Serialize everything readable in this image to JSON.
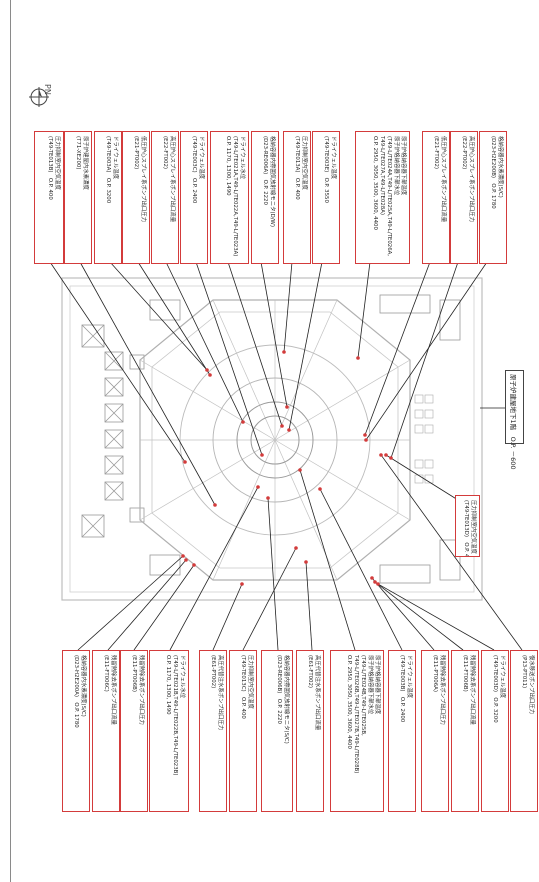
{
  "compass": {
    "label": "PN"
  },
  "floor_label": "原子炉建屋地下1階　O.P. －600",
  "callouts_top": [
    {
      "lines": [
        "圧力抑制室内空気温度",
        "(T49-TE013B)　O.P. 400"
      ]
    },
    {
      "lines": [
        "原子炉建屋内水素濃度",
        "(T71-XE200)"
      ]
    },
    {
      "lines": [
        "ドライウェル温度",
        "(T49-TE003A)　O.P. 3200"
      ]
    },
    {
      "lines": [
        "低圧炉心スプレイ系ポンプ出口圧力",
        "(E21-PT002)"
      ]
    },
    {
      "lines": [
        "高圧炉心スプレイ系ポンプ出口流量",
        "(E22-FT002)"
      ]
    },
    {
      "lines": [
        "ドライウェル温度",
        "(T49-TE003C)　O.P. 2400"
      ]
    },
    {
      "lines": [
        "ドライウェル水位",
        "(T49-L/TE021A,T49-L/TE022A,T49-L/TE023A)",
        "O.P. 1170, 1300, 1490"
      ]
    },
    {
      "lines": [
        "格納容器内雰囲気放射線モニタ(D/W)",
        "(D23-RE006A)　O.P. 2220"
      ]
    },
    {
      "lines": [
        "圧力抑制室内空気温度",
        "(T49-TE013A)　O.P. 400"
      ]
    },
    {
      "lines": [
        "ドライウェル温度",
        "(T49-TE003E)　O.P. 3550"
      ]
    },
    {
      "lines": [
        "原子炉格納容器下部温度",
        "原子炉格納容器下部水位",
        "(T49-L/TE024A,T49-L/TE025A,T49-L/TE026A,",
        "T49-L/TE027A,T49-L/TE028A)",
        "O.P. 2950, 3050, 3500, 3600, 4400"
      ]
    },
    {
      "lines": [
        "低圧炉心スプレイ系ポンプ出口流量",
        "(E21-FT002)"
      ]
    },
    {
      "lines": [
        "高圧炉心スプレイ系ポンプ出口圧力",
        "(E22-PT002)"
      ]
    },
    {
      "lines": [
        "格納容器内水素濃度(S/C)",
        "(D23-H2E200B)　O.P. 1780"
      ]
    }
  ],
  "callouts_bottom": [
    {
      "lines": [
        "格納容器内水素濃度(S/C)",
        "(D23-H2E200A)　O.P. 1780"
      ]
    },
    {
      "lines": [
        "残留熱除去系ポンプ出口流量",
        "(E11-FT006C)"
      ]
    },
    {
      "lines": [
        "残留熱除去系ポンプ出口圧力",
        "(E11-PT006B)"
      ]
    },
    {
      "lines": [
        "ドライウェル水位",
        "(T49-L/TE021B,T49-L/TE022B,T49-L/TE023B)",
        "O.P. 1170, 1300, 1490"
      ]
    },
    {
      "lines": [
        "高圧代替注水系ポンプ出口圧力",
        "(E61-PT002)"
      ]
    },
    {
      "lines": [
        "圧力抑制室内空気温度",
        "(T49-TE013C)　O.P. 400"
      ]
    },
    {
      "lines": [
        "格納容器内雰囲気放射線モニタ(S/C)",
        "(D23-RE006B)　O.P. 2220"
      ]
    },
    {
      "lines": [
        "高圧代替注水系ポンプ出口流量",
        "(E61-FT002)"
      ]
    },
    {
      "lines": [
        "原子炉格納容器下部温度",
        "原子炉格納容器下部水位",
        "(T49-L/TE024B,T49-L/TE025B,",
        "T49-L/TE026B,T49-L/TE027B,T49-L/TE028B)",
        "O.P. 2950, 3050, 3500, 3600, 4400"
      ]
    },
    {
      "lines": [
        "ドライウェル温度",
        "(T49-TE003B)　O.P. 2400"
      ]
    },
    {
      "lines": [
        "残留熱除去系ポンプ出口圧力",
        "(E11-PT006A)"
      ]
    },
    {
      "lines": [
        "残留熱除去系ポンプ出口流量",
        "(E11-FT006B)"
      ]
    },
    {
      "lines": [
        "ドライウェル温度",
        "(T49-TE003D)　O.P. 3200"
      ]
    },
    {
      "lines": [
        "復水移送ポンプ出口圧力",
        "(P13-PT011)"
      ]
    }
  ],
  "callout_side": {
    "lines": [
      "圧力抑制室内空気温度",
      "(T49-TE013D)　O.P. 400"
    ]
  }
}
